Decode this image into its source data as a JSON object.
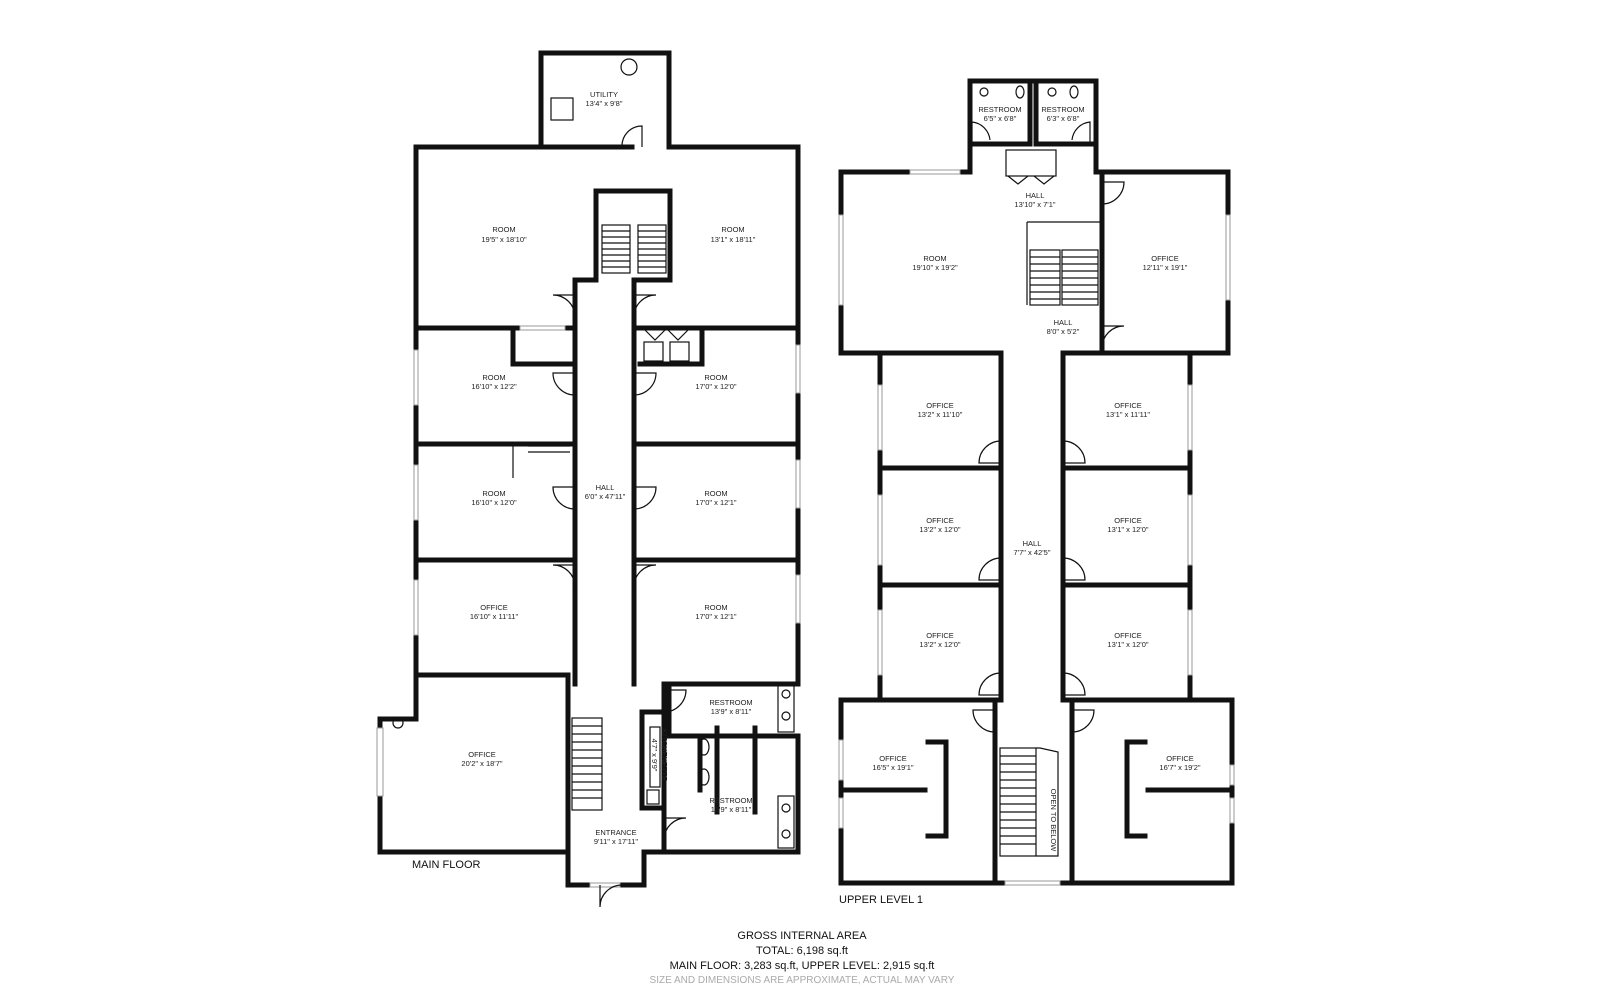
{
  "main_floor": {
    "label": "MAIN FLOOR",
    "rooms": {
      "utility": {
        "name": "UTILITY",
        "dims": "13'4\" x 9'8\""
      },
      "room_tl": {
        "name": "ROOM",
        "dims": "19'5\" x 18'10\""
      },
      "room_tr": {
        "name": "ROOM",
        "dims": "13'1\" x 18'11\""
      },
      "room_l1": {
        "name": "ROOM",
        "dims": "16'10\" x 12'2\""
      },
      "room_r1": {
        "name": "ROOM",
        "dims": "17'0\" x 12'0\""
      },
      "room_l2": {
        "name": "ROOM",
        "dims": "16'10\" x 12'0\""
      },
      "room_r2": {
        "name": "ROOM",
        "dims": "17'0\" x 12'1\""
      },
      "office_l3": {
        "name": "OFFICE",
        "dims": "16'10\" x 11'11\""
      },
      "room_r3": {
        "name": "ROOM",
        "dims": "17'0\" x 12'1\""
      },
      "hall": {
        "name": "HALL",
        "dims": "6'0\" x 47'11\""
      },
      "office_big": {
        "name": "OFFICE",
        "dims": "20'2\" x 18'7\""
      },
      "restroom_1": {
        "name": "RESTROOM",
        "dims": "13'9\" x 8'11\""
      },
      "restroom_2": {
        "name": "RESTROOM",
        "dims": "13'9\" x 8'11\""
      },
      "kitchenette": {
        "name": "KITCHENETTE",
        "dims": "4'7\" x 9'9\""
      },
      "entrance": {
        "name": "ENTRANCE",
        "dims": "9'11\" x 17'11\""
      }
    }
  },
  "upper_level": {
    "label": "UPPER LEVEL 1",
    "open_to_below": "OPEN TO BELOW",
    "rooms": {
      "restroom_a": {
        "name": "RESTROOM",
        "dims": "6'5\" x 6'8\""
      },
      "restroom_b": {
        "name": "RESTROOM",
        "dims": "6'3\" x 6'8\""
      },
      "hall_top": {
        "name": "HALL",
        "dims": "13'10\" x 7'1\""
      },
      "room": {
        "name": "ROOM",
        "dims": "19'10\" x 19'2\""
      },
      "office_tr": {
        "name": "OFFICE",
        "dims": "12'11\" x 19'1\""
      },
      "hall_mid": {
        "name": "HALL",
        "dims": "8'0\" x 5'2\""
      },
      "office_l1": {
        "name": "OFFICE",
        "dims": "13'2\" x 11'10\""
      },
      "office_r1": {
        "name": "OFFICE",
        "dims": "13'1\" x 11'11\""
      },
      "office_l2": {
        "name": "OFFICE",
        "dims": "13'2\" x 12'0\""
      },
      "office_r2": {
        "name": "OFFICE",
        "dims": "13'1\" x 12'0\""
      },
      "office_l3": {
        "name": "OFFICE",
        "dims": "13'2\" x 12'0\""
      },
      "office_r3": {
        "name": "OFFICE",
        "dims": "13'1\" x 12'0\""
      },
      "hall_long": {
        "name": "HALL",
        "dims": "7'7\" x 42'5\""
      },
      "office_bl": {
        "name": "OFFICE",
        "dims": "16'5\" x 19'1\""
      },
      "office_br": {
        "name": "OFFICE",
        "dims": "16'7\" x 19'2\""
      }
    }
  },
  "summary": {
    "heading": "GROSS INTERNAL AREA",
    "total": "TOTAL: 6,198 sq.ft",
    "levels": "MAIN FLOOR: 3,283 sq.ft, UPPER LEVEL: 2,915 sq.ft",
    "disclaimer": "SIZE AND DIMENSIONS ARE APPROXIMATE, ACTUAL MAY VARY"
  }
}
